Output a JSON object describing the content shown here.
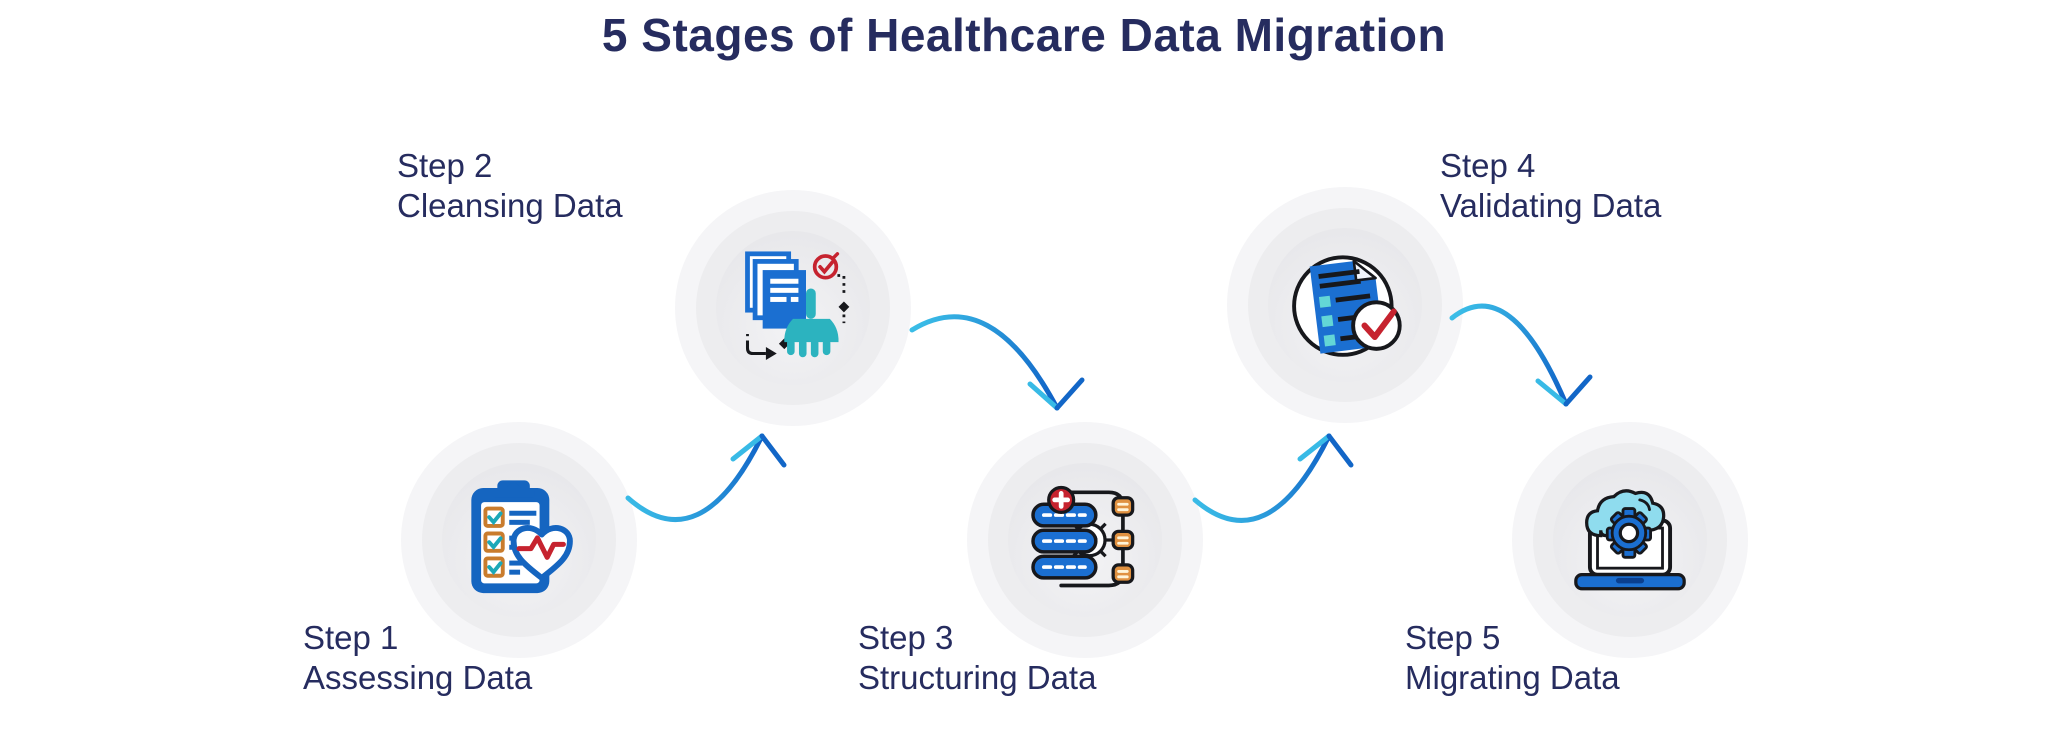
{
  "title": "5 Stages of Healthcare Data Migration",
  "colors": {
    "title_navy": "#262c5f",
    "label_navy": "#262c5f",
    "arrow_gradient_start": "#3cc0e8",
    "arrow_gradient_end": "#0e5fc6",
    "primary_blue": "#1b6fd1",
    "teal": "#2cb3bf",
    "orange": "#e09140",
    "red": "#c6232f",
    "cloud_blue": "#8fdcee",
    "circle_ring_outer": "#f5f5f7",
    "circle_ring_mid": "#ededef",
    "circle_ring_inner": "#e8e8eb"
  },
  "steps": [
    {
      "step_label": "Step 1",
      "name": "Assessing Data",
      "icon": "clipboard-heartbeat-icon"
    },
    {
      "step_label": "Step 2",
      "name": "Cleansing Data",
      "icon": "documents-broom-icon"
    },
    {
      "step_label": "Step 3",
      "name": "Structuring Data",
      "icon": "database-gear-icon"
    },
    {
      "step_label": "Step 4",
      "name": "Validating Data",
      "icon": "document-checkmark-icon"
    },
    {
      "step_label": "Step 5",
      "name": "Migrating Data",
      "icon": "laptop-cloud-gear-icon"
    }
  ],
  "flow": {
    "arrow_count": 4,
    "sequence": [
      "Step 1 → Step 2",
      "Step 2 → Step 3",
      "Step 3 → Step 4",
      "Step 4 → Step 5"
    ]
  }
}
